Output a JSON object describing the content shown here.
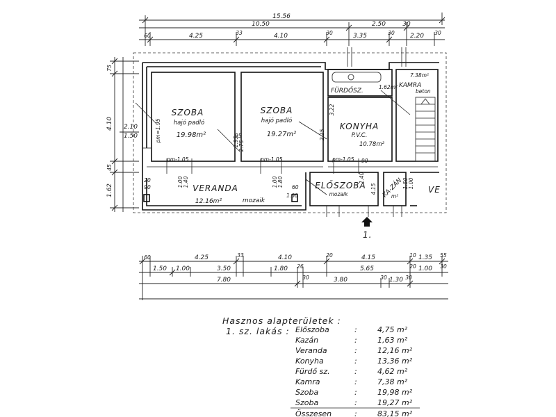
{
  "top_dimensions": {
    "row1": [
      "15.56"
    ],
    "row2": [
      "10.50",
      "2.50",
      "30"
    ],
    "row3": [
      "60",
      "4.25",
      "33",
      "4.10",
      "30",
      "3.35",
      "30",
      "2.20",
      "30"
    ]
  },
  "left_dimensions": [
    "75",
    "4.10",
    "2.10",
    "1.50",
    "45",
    "1.62",
    "20",
    "90"
  ],
  "rooms": {
    "szoba1": {
      "name": "SZOBA",
      "floor": "hajó padló",
      "area": "19.98m²"
    },
    "szoba2": {
      "name": "SZOBA",
      "floor": "hajó padló",
      "area": "19.27m²"
    },
    "konyha": {
      "name": "KONYHA",
      "floor": "P.V.C.",
      "area": "10.78m²"
    },
    "furdo": {
      "name": "FÜRDŐSZ.",
      "area": "1.62m²"
    },
    "kamra": {
      "name": "KAMRA",
      "floor": "beton",
      "area": "7.38m²"
    },
    "veranda": {
      "name": "VERANDA",
      "floor": "mozaik",
      "area": "12.16m²"
    },
    "eloszoba": {
      "name": "ELŐSZOBA",
      "floor": "mozaik",
      "area": "4.15"
    },
    "kazan": {
      "name": "KA-ZÁN",
      "area": "m²"
    },
    "ve_fragment": "VE"
  },
  "inner_dimensions": [
    "pm-1.05",
    "pm-1.05",
    "pm-1.05",
    "pm=1.95",
    "3.22",
    "2.25",
    "1.95",
    "2.75",
    "1.00",
    "1.40",
    "1.00",
    "1.80",
    "1.50",
    "1.00",
    "60",
    "1.60",
    "1.40",
    "90",
    "95"
  ],
  "entrance_label": "1.",
  "bottom_dimensions": {
    "row1": [
      "60",
      "4.25",
      "33",
      "4.10",
      "20",
      "4.15",
      "10",
      "1.35",
      "55"
    ],
    "row2": [
      "1.50",
      "1.00",
      "3.50",
      "1.80",
      "26",
      "5.65",
      "20",
      "1.00",
      "30"
    ],
    "row3": [
      "7.80",
      "30",
      "3.80",
      "30",
      "1.30",
      "30"
    ]
  },
  "areas_table": {
    "title": "Hasznos alapterületek :",
    "subtitle": "1. sz. lakás :",
    "rows": [
      {
        "name": "Előszoba",
        "value": "4,75 m²"
      },
      {
        "name": "Kazán",
        "value": "1,63 m²"
      },
      {
        "name": "Veranda",
        "value": "12,16 m²"
      },
      {
        "name": "Konyha",
        "value": "13,36 m²"
      },
      {
        "name": "Fürdő sz.",
        "value": "4,62 m²"
      },
      {
        "name": "Kamra",
        "value": "7,38 m²"
      },
      {
        "name": "Szoba",
        "value": "19,98 m²"
      },
      {
        "name": "Szoba",
        "value": "19,27 m²"
      }
    ],
    "total": {
      "name": "Összesen",
      "value": "83,15 m²"
    }
  }
}
